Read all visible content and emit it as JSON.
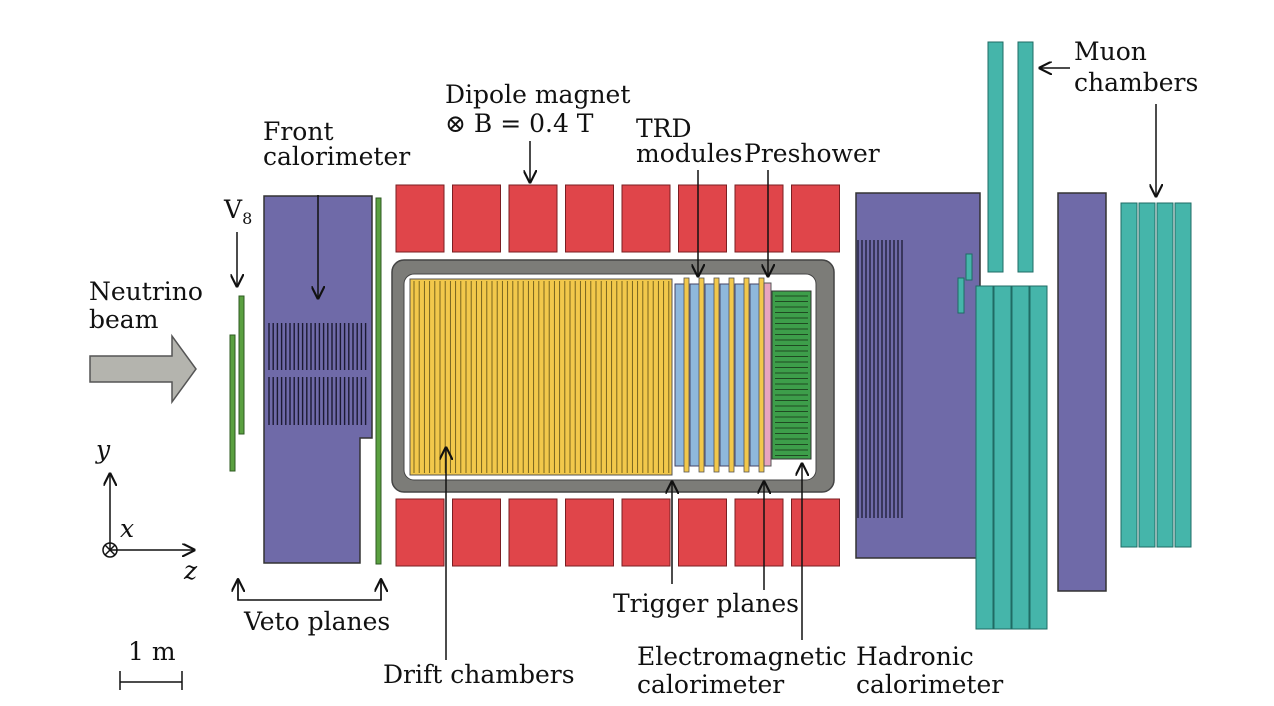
{
  "labels": {
    "neutrino_line1": "Neutrino",
    "neutrino_line2": "beam",
    "v8_main": "V",
    "v8_sub": "8",
    "front_cal_line1": "Front",
    "front_cal_line2": "calorimeter",
    "dipole_line1": "Dipole magnet",
    "dipole_line2": "⊗ B = 0.4 T",
    "trd_line1": "TRD",
    "trd_line2": "modules",
    "preshower": "Preshower",
    "muon_line1": "Muon",
    "muon_line2": "chambers",
    "veto_planes": "Veto planes",
    "drift_chambers": "Drift chambers",
    "trigger_planes": "Trigger planes",
    "em_cal_line1": "Electromagnetic",
    "em_cal_line2": "calorimeter",
    "had_cal_line1": "Hadronic",
    "had_cal_line2": "calorimeter",
    "axis_y": "y",
    "axis_x": "x",
    "axis_z": "z",
    "scale": "1 m"
  },
  "colors": {
    "magnet": "#e0454a",
    "calorimeter": "#6f6aa8",
    "drift": "#f2c84b",
    "trd": "#8fb8dc",
    "em_cal": "#3d9e4a",
    "preshower": "#e8a5c0",
    "muon": "#45b5aa",
    "veto": "#5aa040",
    "frame": "#7c7c78",
    "arrow": "#b4b4ae"
  }
}
